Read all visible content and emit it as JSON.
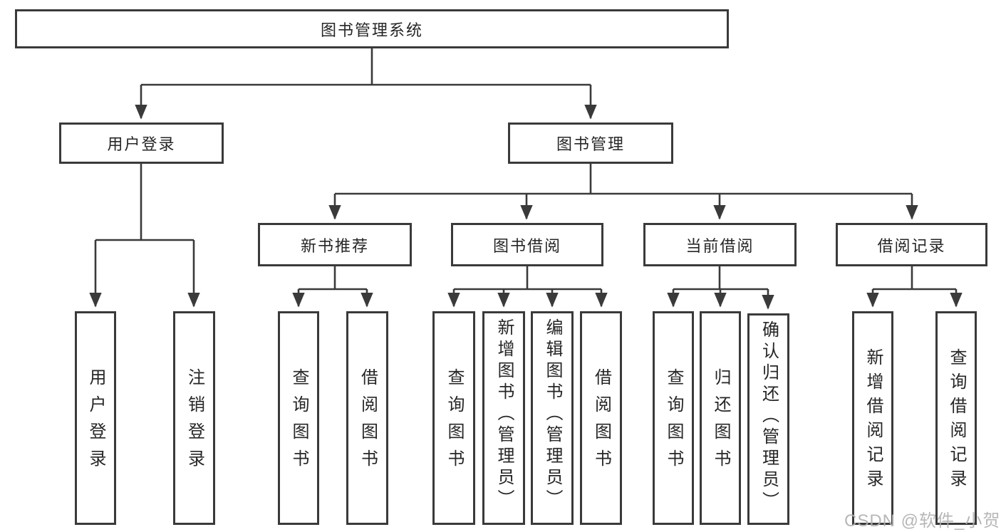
{
  "diagram": {
    "root": {
      "label": "图书管理系统"
    },
    "branches": [
      {
        "label": "用户登录",
        "children": [
          {
            "label": "用户登录"
          },
          {
            "label": "注销登录"
          }
        ]
      },
      {
        "label": "图书管理",
        "children": [
          {
            "label": "新书推荐",
            "children": [
              {
                "label": "查询图书"
              },
              {
                "label": "借阅图书"
              }
            ]
          },
          {
            "label": "图书借阅",
            "children": [
              {
                "label": "查询图书"
              },
              {
                "label": "新增图书（管理员）"
              },
              {
                "label": "编辑图书（管理员）"
              },
              {
                "label": "借阅图书"
              }
            ]
          },
          {
            "label": "当前借阅",
            "children": [
              {
                "label": "查询图书"
              },
              {
                "label": "归还图书"
              },
              {
                "label": "确认归还（管理员）"
              }
            ]
          },
          {
            "label": "借阅记录",
            "children": [
              {
                "label": "新增借阅记录"
              },
              {
                "label": "查询借阅记录"
              }
            ]
          }
        ]
      }
    ]
  },
  "watermark": {
    "text": "CSDN @软件_小贺同学"
  },
  "colors": {
    "line": "#3a3a3a",
    "text": "#262626",
    "background": "#ffffff",
    "watermark": "#b0b0b0"
  }
}
